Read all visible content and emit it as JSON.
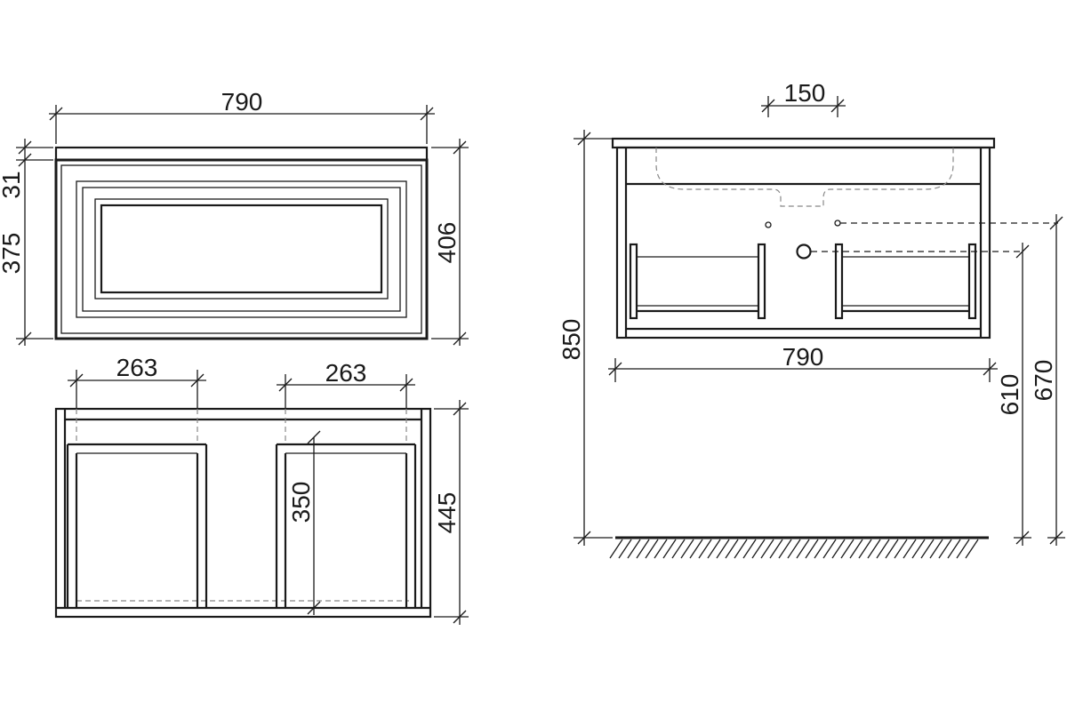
{
  "dimensions": {
    "front_width": "790",
    "front_top_thickness": "31",
    "front_drawer_height": "375",
    "front_total_height": "406",
    "open_left_width": "263",
    "open_right_width": "263",
    "open_inner_height": "350",
    "open_total_height": "445",
    "side_drain_spacing": "150",
    "side_total_height": "850",
    "side_width": "790",
    "side_drain_height": "610",
    "side_inlet_height": "670"
  }
}
